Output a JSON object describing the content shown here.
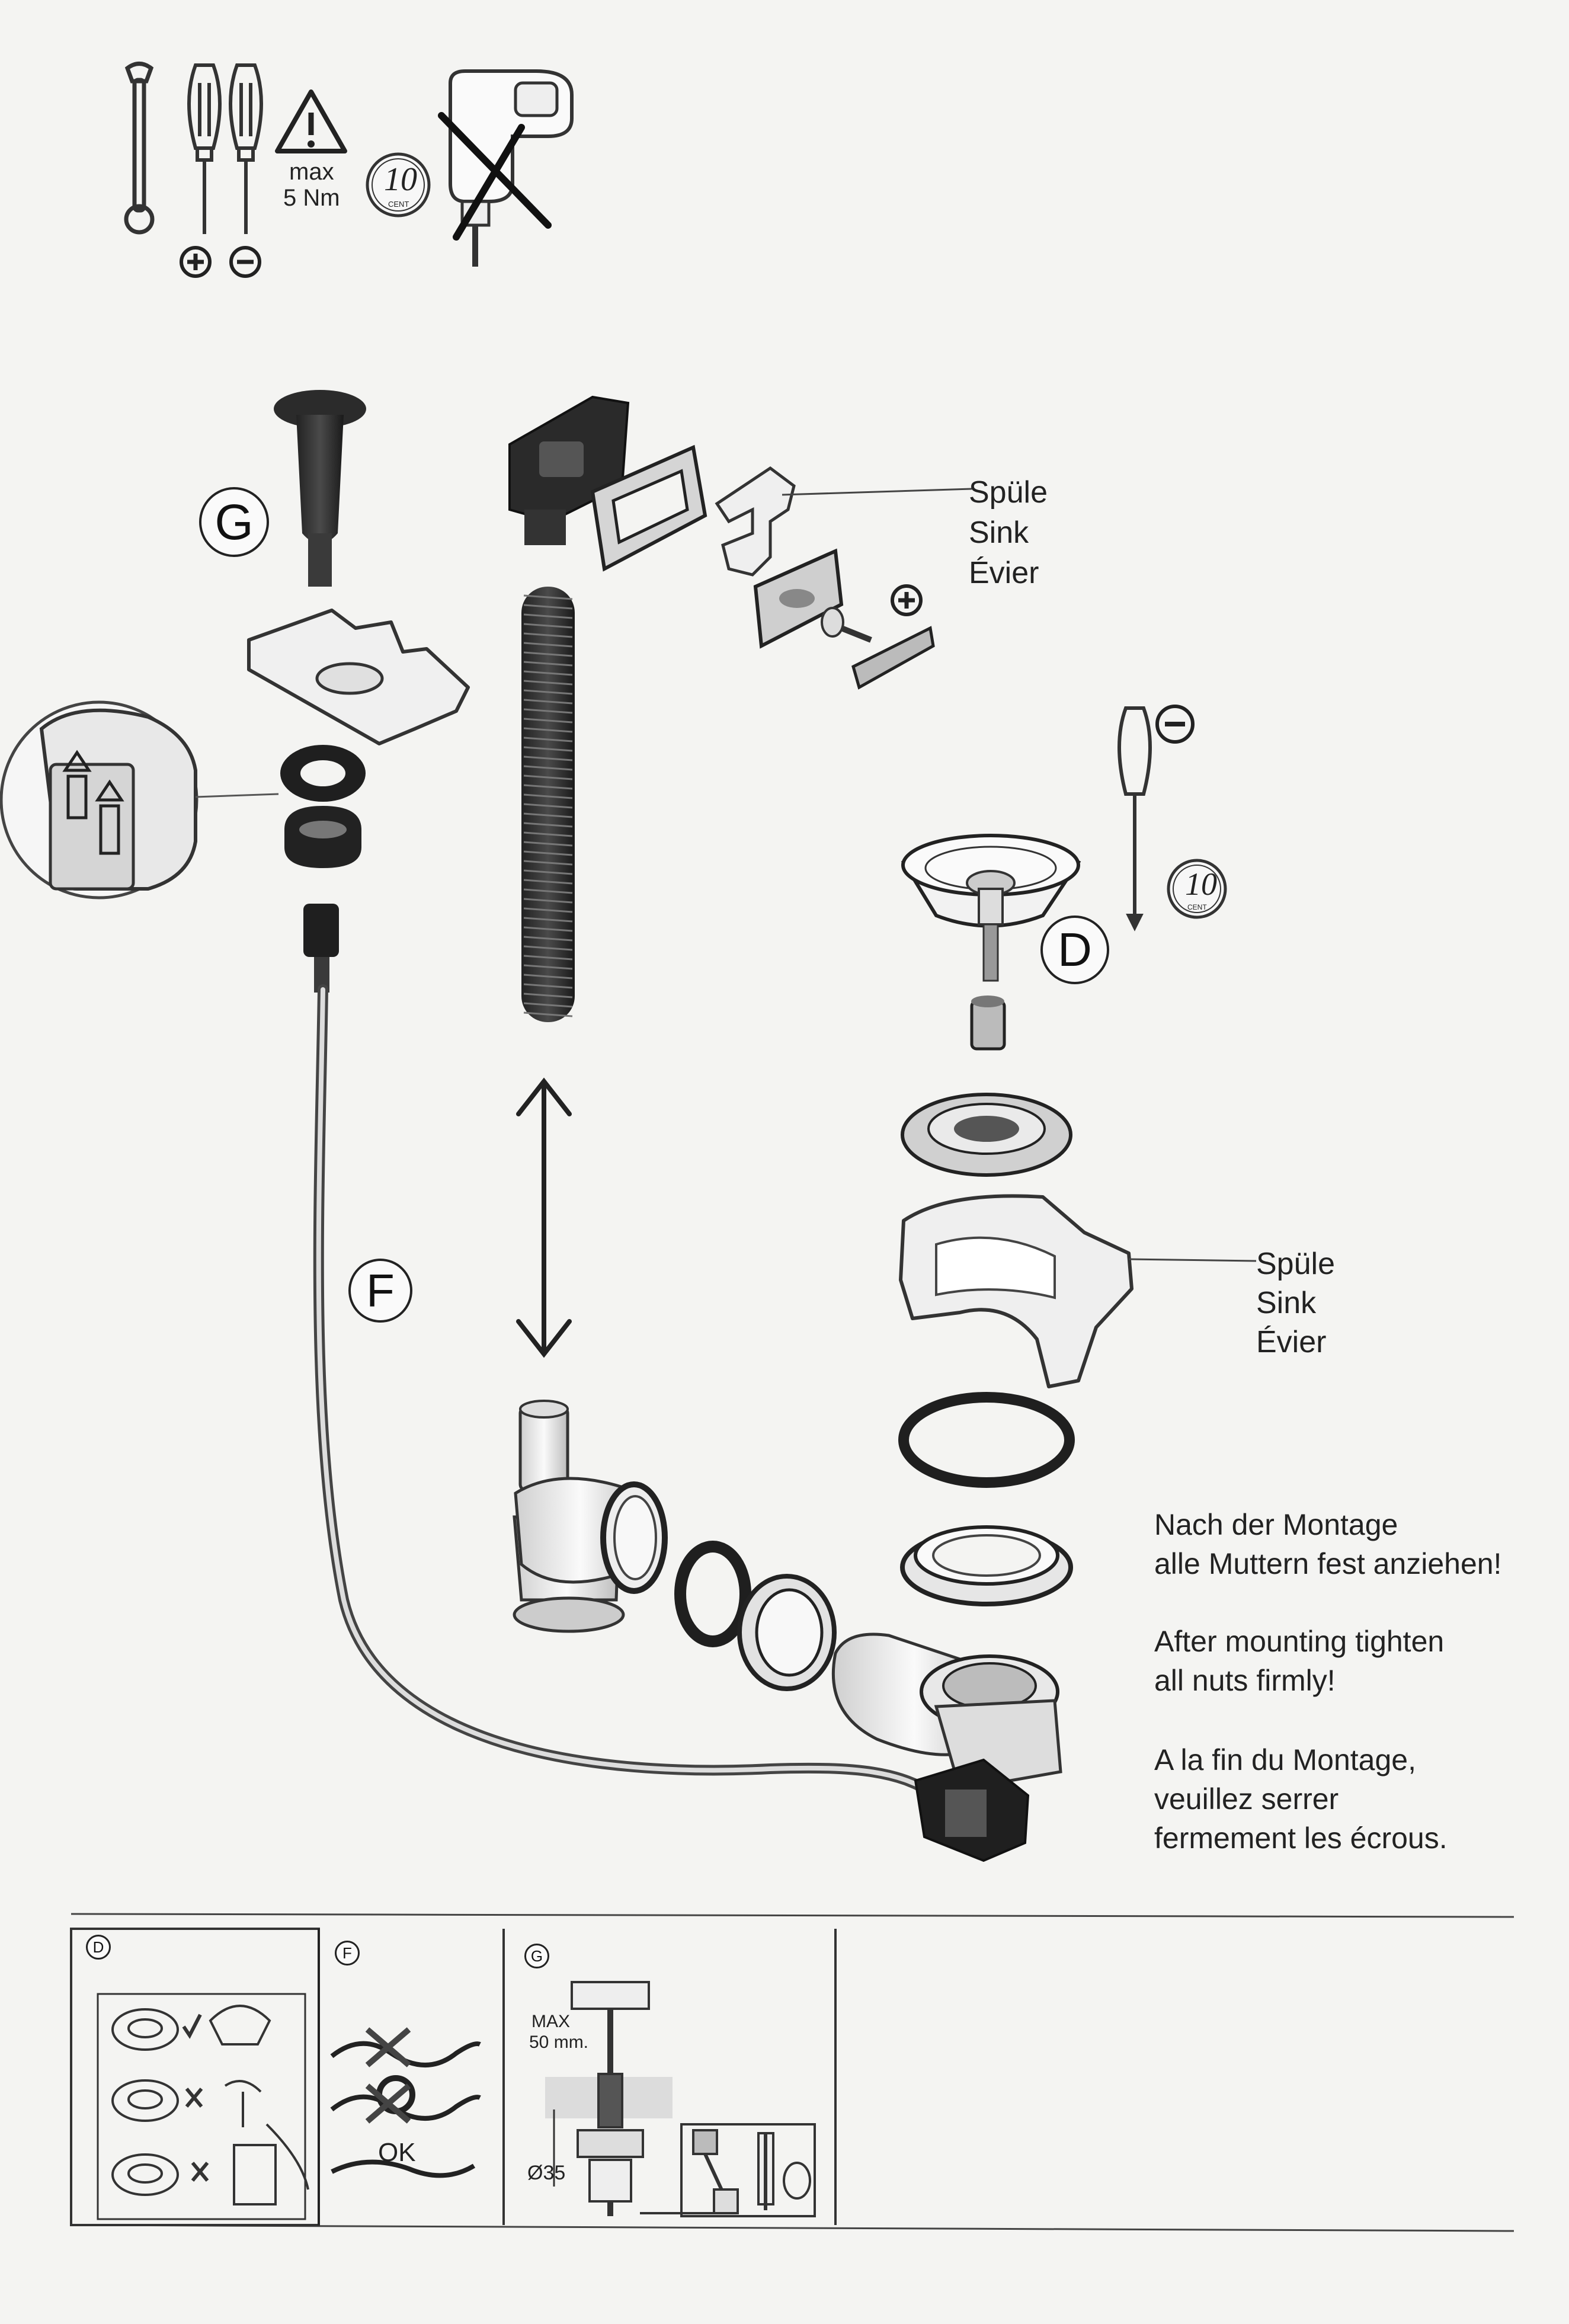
{
  "tools": {
    "torque_max": "max",
    "torque_value": "5 Nm",
    "coin_value": "10",
    "coin_unit": "CENT"
  },
  "labels": {
    "letter_g": "G",
    "letter_f": "F",
    "letter_d": "D",
    "sink_de": "Spüle",
    "sink_en": "Sink",
    "sink_fr": "Évier",
    "coin_value_2": "10",
    "coin_unit_2": "CENT"
  },
  "instructions": {
    "de_line1": "Nach der Montage",
    "de_line2": "alle Muttern fest anziehen!",
    "en_line1": "After mounting tighten",
    "en_line2": "all nuts firmly!",
    "fr_line1": "A la fin du Montage,",
    "fr_line2": "veuillez serrer",
    "fr_line3": "fermement les écrous."
  },
  "details": {
    "panel_d": "D",
    "panel_f": "F",
    "panel_g": "G",
    "ok_label": "OK",
    "max_label": "MAX",
    "max_value": "50 mm.",
    "diameter": "Ø35"
  }
}
